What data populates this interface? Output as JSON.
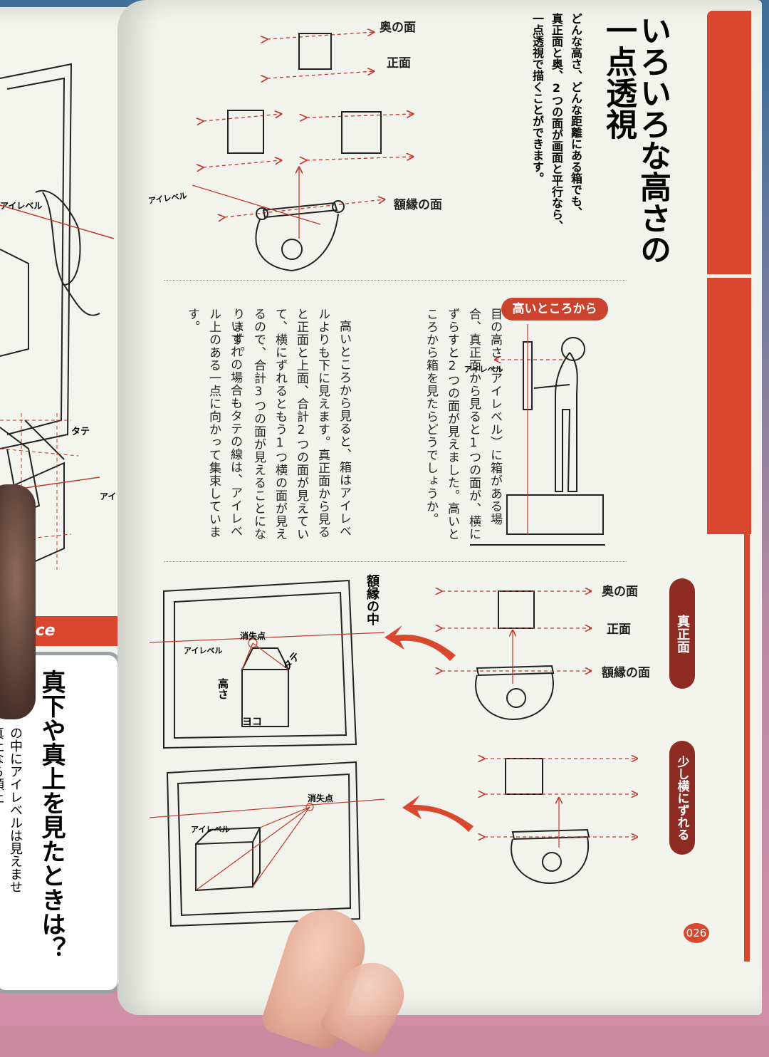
{
  "page": {
    "title_line1": "いろいろな高さの",
    "title_line2": "一点透視",
    "intro_line1": "どんな高さ、どんな距離にある箱でも、",
    "intro_line2": "真正面と奥、2つの面が画面と平行なら、",
    "intro_line3": "一点透視で描くことができます。",
    "page_number": "026"
  },
  "top_figure": {
    "label_back": "奥の面",
    "label_front": "正面",
    "label_frame": "額縁の面",
    "eye_level": "アイレベル"
  },
  "high_place": {
    "badge": "高いところから",
    "eye_level": "アイレベル",
    "paragraphs": [
      "目の高さ（アイレベル）に箱がある場合、真正面から見ると1つの面が、横にずらすと2つの面が見えました。高いところから箱を見たらどうでしょうか。",
      "高いところから見ると、箱はアイレベルよりも下に見えます。真正面から見ると正面と上面、合計2つの面が見えていて、横にずれるともう1つ横の面が見えるので、合計3つの面が見えることになります。",
      "いずれの場合もタテの線は、アイレベル上のある一点に向かって集束しています。"
    ]
  },
  "bottom_figure": {
    "frame_inside": "額縁の中",
    "vanishing_point": "消失点",
    "eye_level": "アイレベル",
    "height": "高さ",
    "vertical": "タテ",
    "horizontal": "ヨコ",
    "label_back": "奥の面",
    "label_front": "正面",
    "label_frame": "額縁の面",
    "tag_front": "真正面",
    "tag_shift": "少し横にずれる"
  },
  "left_page": {
    "eye_level_1": "アイレベル",
    "eye_level_2": "アイレベル",
    "vertical": "タテ",
    "advice": "dvice",
    "advice_title": "真下や真上を見たときは？",
    "advice_text1": "の中にアイレベルは見えませ",
    "advice_text2": "真上なら頭上"
  },
  "colors": {
    "accent": "#d9472f",
    "paper": "#f1f3ec"
  }
}
